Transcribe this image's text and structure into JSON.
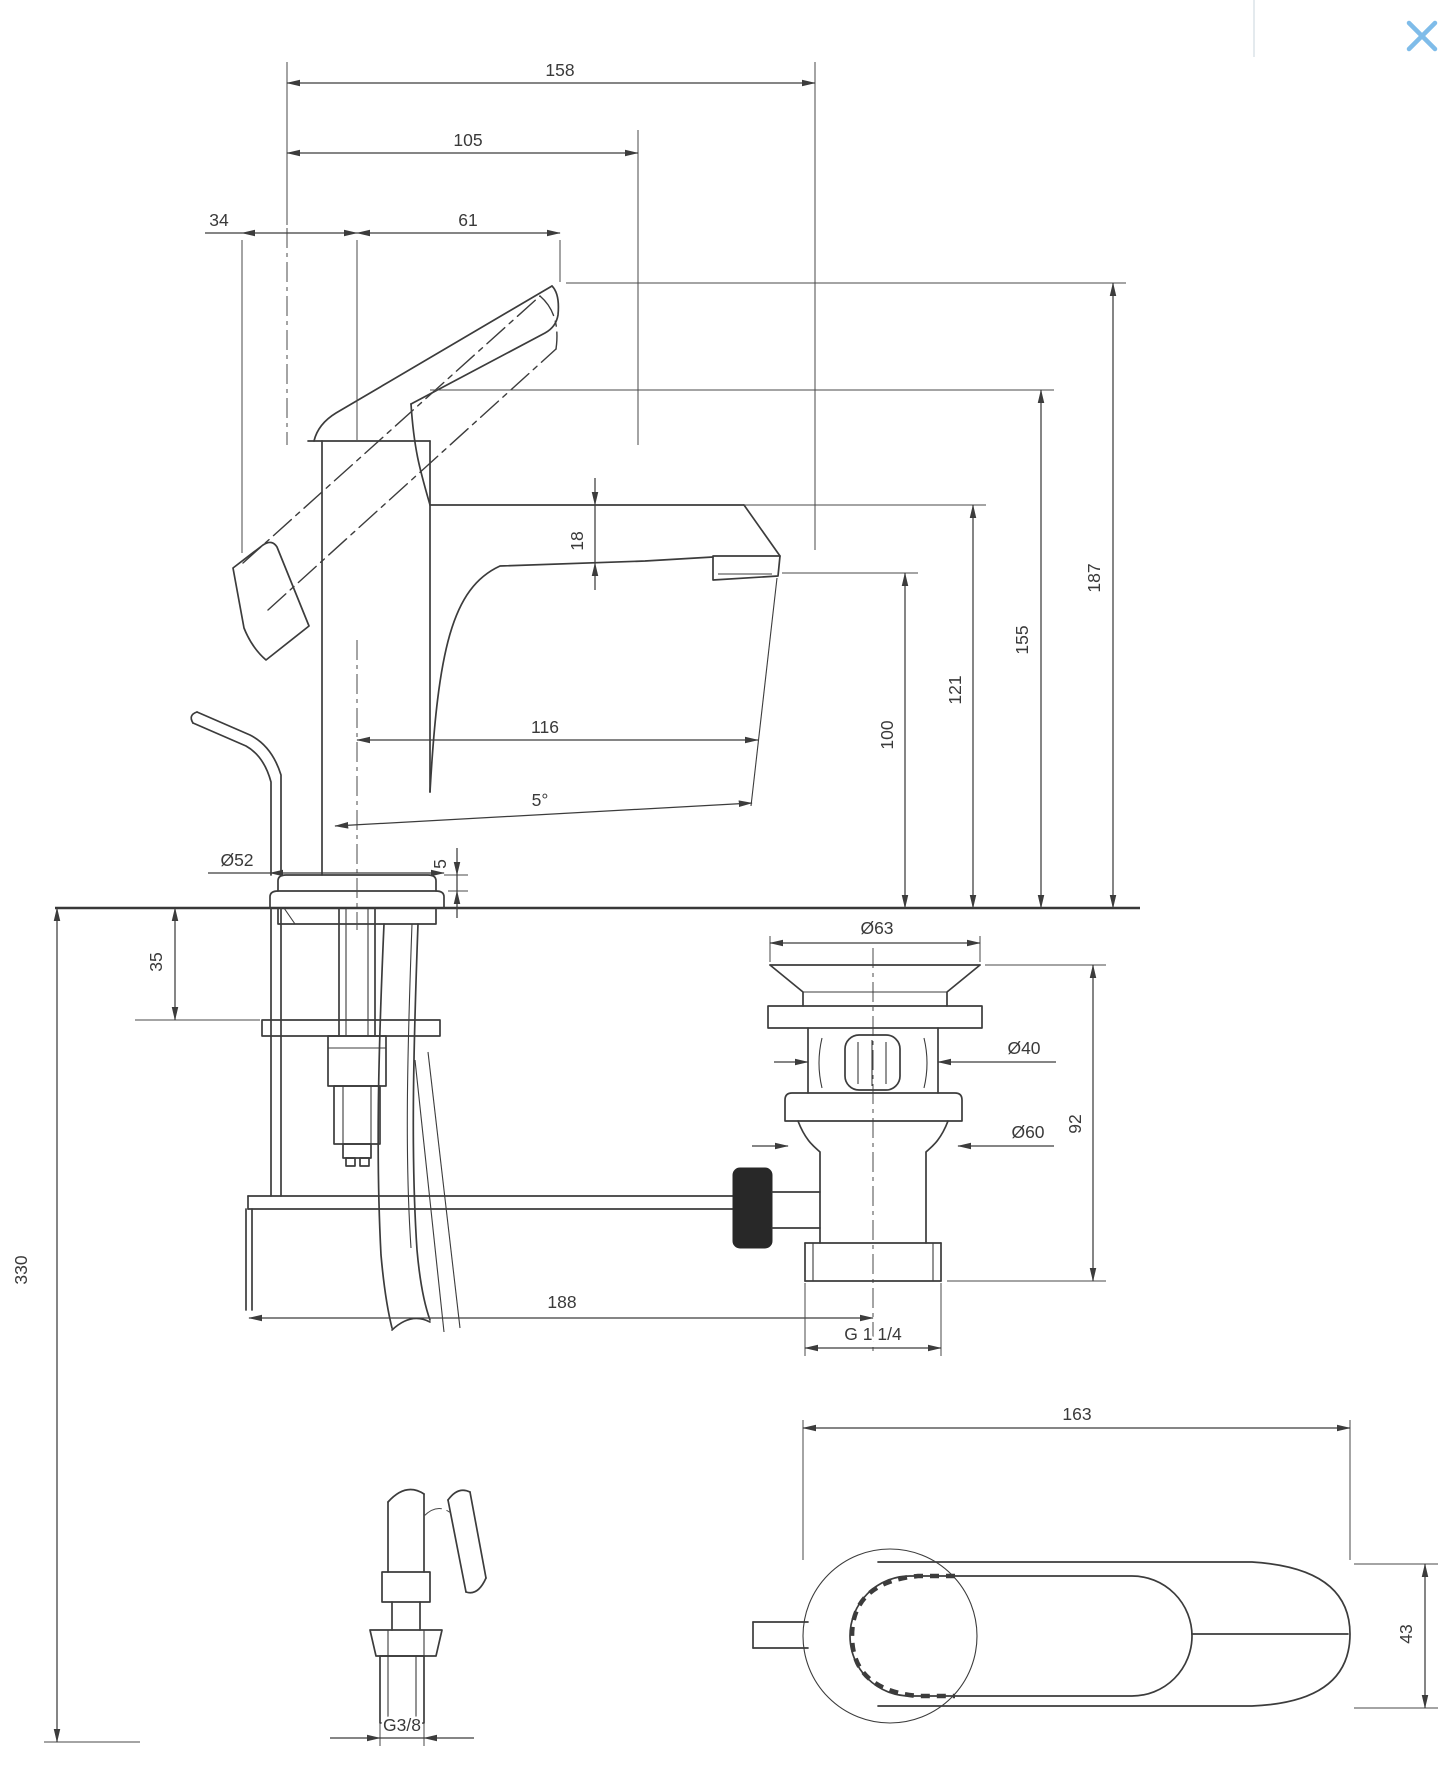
{
  "drawing": {
    "type": "technical-dimension-drawing",
    "views": [
      "side-view-mixer",
      "popup-waste-detail",
      "supply-hose-detail",
      "top-view"
    ],
    "dimensions": {
      "total_projection": "158",
      "spout_projection_upper": "105",
      "handle_rear_offset": "34",
      "handle_length": "61",
      "height_handle_tip": "187",
      "height_body_top": "155",
      "height_spout_top": "121",
      "height_outlet": "100",
      "spout_end_depth": "18",
      "spout_reach": "116",
      "outlet_angle": "5°",
      "base_diameter": "Ø52",
      "base_lip_height": "5",
      "max_deck_thickness": "35",
      "below_deck_length": "330",
      "waste_top_diameter": "Ø63",
      "waste_plug_diameter": "Ø40",
      "waste_body_diameter": "Ø60",
      "waste_height": "92",
      "rod_to_waste_axis": "188",
      "waste_thread": "G 1 1/4",
      "hose_thread": "G3/8",
      "topview_length": "163",
      "topview_width": "43"
    },
    "colors": {
      "line": "#3c3c3c",
      "text": "#3a3a3a",
      "close_icon": "#7fbce9"
    }
  }
}
